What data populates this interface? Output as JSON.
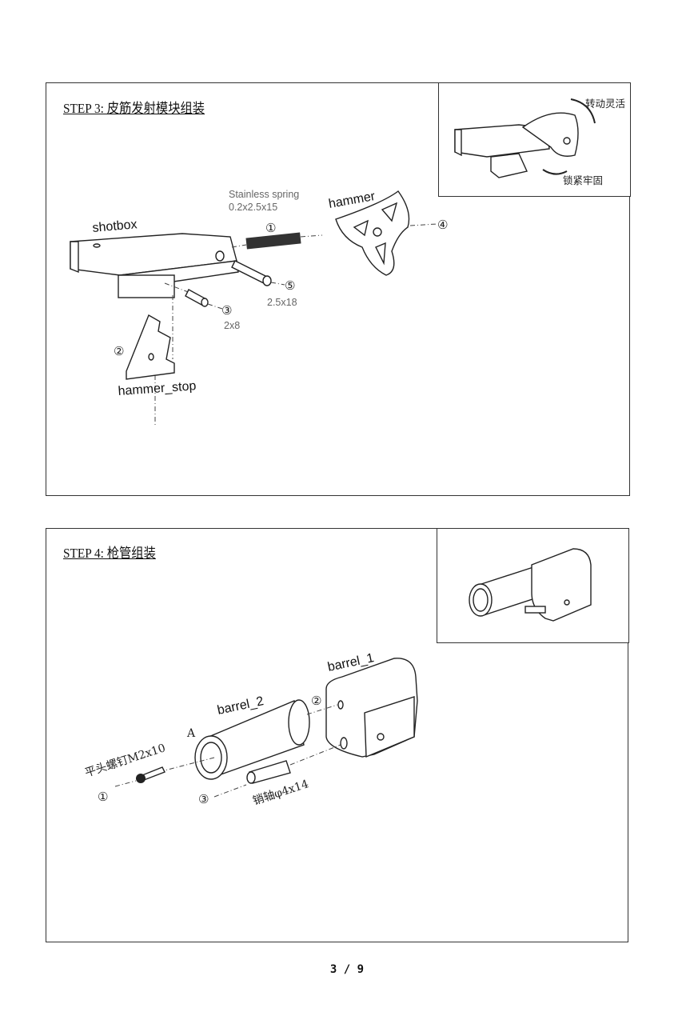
{
  "step3": {
    "title": "STEP 3: 皮筋发射模块组装",
    "inset_notes": {
      "rotate": "转动灵活",
      "lock": "锁紧牢固"
    },
    "parts": {
      "shotbox": "shotbox",
      "hammer": "hammer",
      "hammer_stop": "hammer_stop",
      "spring_name": "Stainless spring",
      "spring_size": "0.2x2.5x15",
      "pin5_size": "2.5x18",
      "pin3_size": "2x8"
    },
    "callouts": [
      "①",
      "②",
      "③",
      "④",
      "⑤"
    ]
  },
  "step4": {
    "title": "STEP 4: 枪管组装",
    "parts": {
      "barrel_1": "barrel_1",
      "barrel_2": "barrel_2",
      "end_a": "A",
      "screw": "平头螺钉M2x10",
      "pin": "销轴φ4x14"
    },
    "callouts": [
      "①",
      "②",
      "③"
    ]
  },
  "page_number": "3 / 9"
}
